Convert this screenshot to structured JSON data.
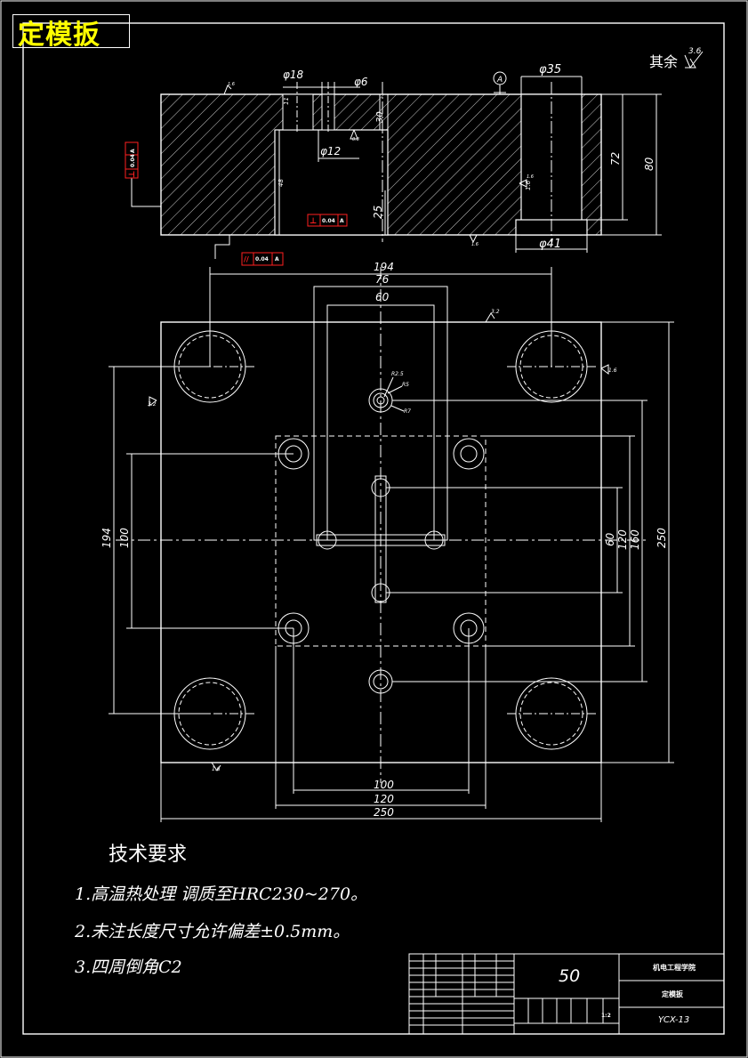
{
  "title": "定模扳",
  "surface_note": {
    "label": "其余",
    "roughness": "3.6"
  },
  "section_view": {
    "dims": {
      "d18": "φ18",
      "d6": "φ6",
      "d12": "φ12",
      "d35": "φ35",
      "d41": "φ41",
      "h72": "72",
      "h80": "80",
      "h25": "25",
      "h30": "30",
      "h48": "48",
      "h10": "10",
      "h11": "11",
      "r16": "1.6"
    },
    "datum": "A",
    "tolerances": [
      {
        "symbol": "⊥",
        "value": "0.04",
        "datum": "A"
      },
      {
        "symbol": "⊥",
        "value": "0.04",
        "datum": "A"
      },
      {
        "symbol": "//",
        "value": "0.04",
        "datum": "A"
      }
    ],
    "roughness": [
      "1.6",
      "0.8",
      "1.6",
      "1.6"
    ]
  },
  "plan_view": {
    "dims_top": [
      "194",
      "76",
      "60"
    ],
    "dims_bottom": [
      "100",
      "120",
      "250"
    ],
    "dims_left": [
      "194",
      "100"
    ],
    "dims_right": [
      "60",
      "120",
      "160",
      "250"
    ],
    "radii": [
      "R2.5",
      "R5",
      "R7"
    ],
    "roughness": [
      "3.2",
      "1.6",
      "3.2",
      "1.6"
    ]
  },
  "requirements": {
    "heading": "技术要求",
    "items": [
      "1.高温热处理 调质至HRC230~270。",
      "2.未注长度尺寸允许偏差±0.5mm。",
      "3.四周倒角C2"
    ]
  },
  "title_block": {
    "scale_value": "50",
    "school": "机电工程学院",
    "part_name": "定模扳",
    "drawing_no": "YCX-13",
    "ratio": "1:2"
  },
  "colors": {
    "title": "#ffff00",
    "line": "#ffffff",
    "tolerance": "#ff2020",
    "background": "#000000"
  }
}
